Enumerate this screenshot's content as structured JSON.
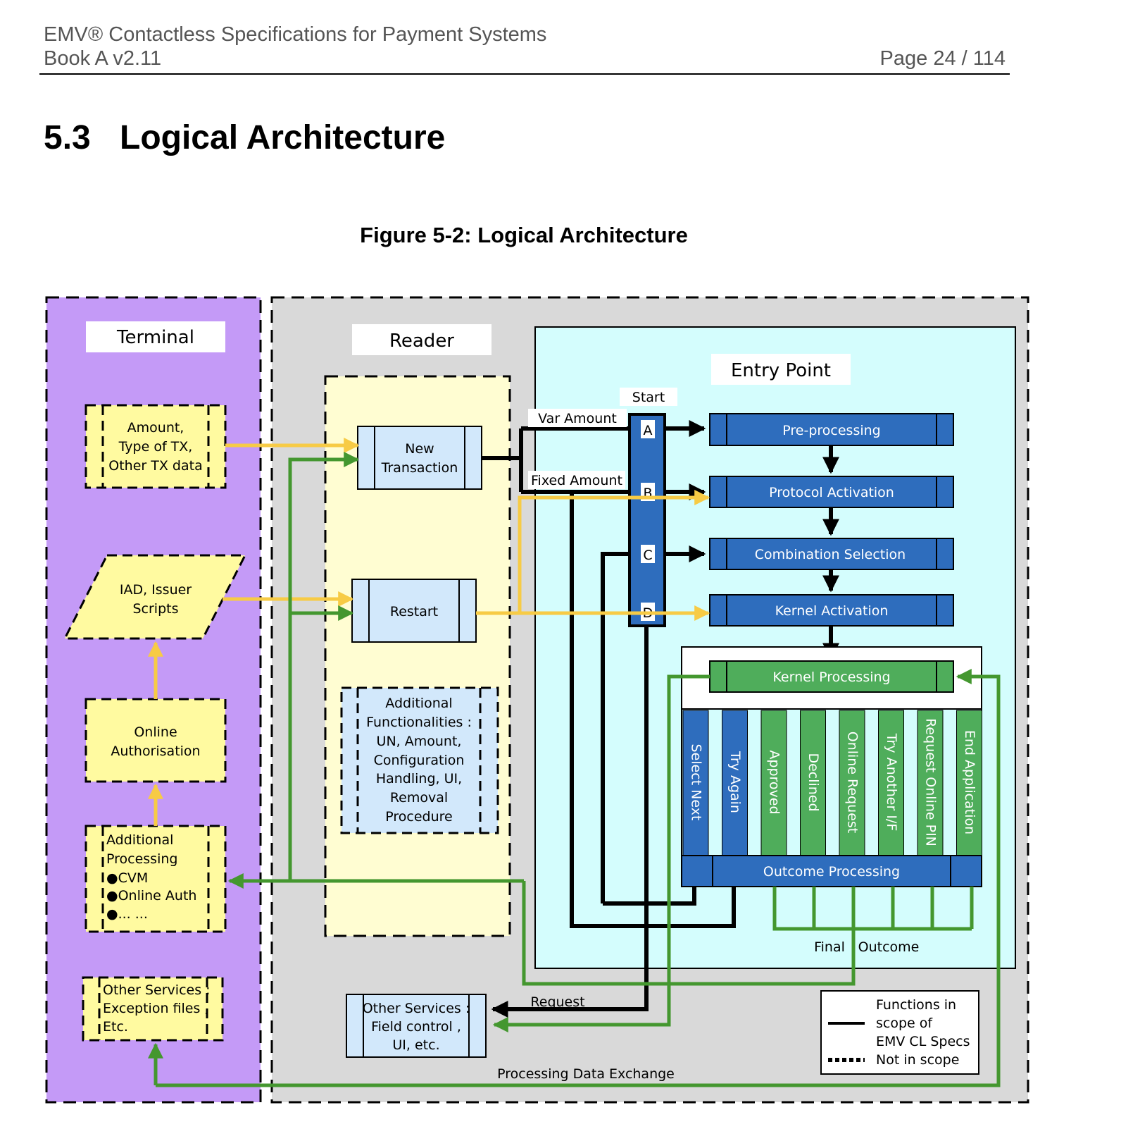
{
  "header": {
    "title_line1": "EMV® Contactless Specifications for Payment Systems",
    "title_line2": "Book A v2.11",
    "page": "Page 24 / 114"
  },
  "section": {
    "number": "5.3",
    "title": "Logical Architecture"
  },
  "figure": {
    "title": "Figure 5-2:  Logical Architecture",
    "colors": {
      "terminal_bg": "#c49af7",
      "reader_bg": "#d9d9d9",
      "reader_inner_bg": "#fffdd2",
      "entry_point_bg": "#d4fdfd",
      "yellow_box": "#fffaa0",
      "light_blue_box": "#d2e8fb",
      "blue_box": "#2e6dbd",
      "green_box": "#4fad5b",
      "yellow_flow": "#f7cb45",
      "green_flow": "#44972f",
      "black_flow": "#000000"
    },
    "terminal": {
      "label": "Terminal",
      "amount_box": [
        "Amount,",
        "Type of TX,",
        "Other TX data"
      ],
      "iad_box": [
        "IAD, Issuer",
        "Scripts"
      ],
      "online_auth_box": [
        "Online",
        "Authorisation"
      ],
      "additional_processing_box": [
        "Additional",
        "Processing",
        "●CVM",
        "●Online Auth",
        "●... ..."
      ],
      "other_services_box": [
        "Other Services :",
        "Exception files ,",
        "Etc."
      ]
    },
    "reader": {
      "label": "Reader",
      "new_transaction_box": [
        "New",
        "Transaction"
      ],
      "restart_box": [
        "Restart"
      ],
      "additional_functionalities_box": [
        "Additional",
        "Functionalities :",
        "UN, Amount,",
        "Configuration",
        "Handling, UI,",
        "Removal",
        "Procedure"
      ],
      "other_services_box": [
        "Other Services :",
        "Field control ,",
        "UI, etc."
      ]
    },
    "entry_point": {
      "label": "Entry Point",
      "start_label": "Start",
      "var_amount_label": "Var Amount",
      "fixed_amount_label": "Fixed Amount",
      "start_points": [
        "A",
        "B",
        "C",
        "D"
      ],
      "steps": [
        "Pre-processing",
        "Protocol Activation",
        "Combination Selection",
        "Kernel Activation"
      ],
      "kernel_processing": "Kernel Processing",
      "outcomes": [
        {
          "label": "Select Next",
          "kind": "blue"
        },
        {
          "label": "Try Again",
          "kind": "blue"
        },
        {
          "label": "Approved",
          "kind": "green"
        },
        {
          "label": "Declined",
          "kind": "green"
        },
        {
          "label": "Online Request",
          "kind": "green"
        },
        {
          "label": "Try Another I/F",
          "kind": "green"
        },
        {
          "label": "Request Online PIN",
          "kind": "green"
        },
        {
          "label": "End Application",
          "kind": "green"
        }
      ],
      "outcome_processing": "Outcome Processing",
      "final_outcome_label_1": "Final",
      "final_outcome_label_2": "Outcome"
    },
    "flows": {
      "request_label": "Request",
      "processing_data_exchange_label": "Processing Data Exchange"
    },
    "legend": {
      "line1": "Functions in",
      "line2": "scope of",
      "line3": "EMV CL Specs",
      "line4": "Not in scope"
    }
  }
}
